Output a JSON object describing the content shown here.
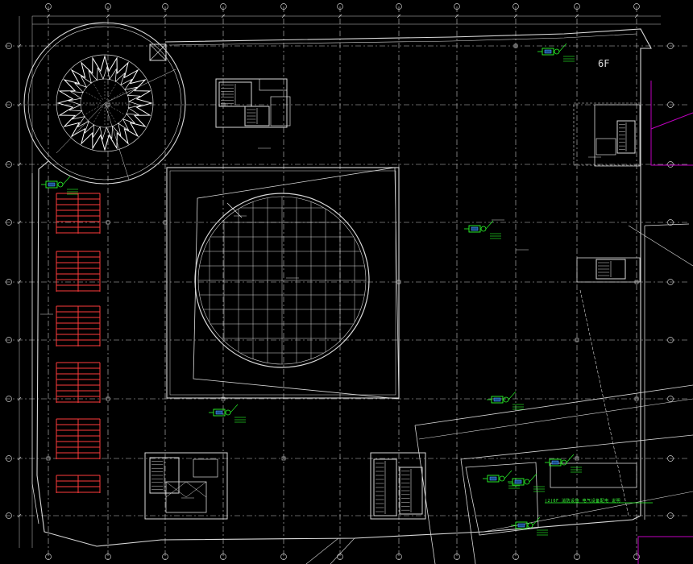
{
  "drawing": {
    "floor_label": "6F",
    "note_text": "(2)6F 消防设施 电气设备配电 说明"
  },
  "colors": {
    "background": "#000000",
    "structure": "#d9d9d9",
    "grid": "#c8c8c8",
    "equipment": "#2bff2b",
    "parking": "#ff3b3b",
    "boundary": "#c000c0"
  },
  "elements": {
    "rotunda": "circular-rotunda-with-star-pattern",
    "atrium": "circular-atrium-grid",
    "parking": "red-parking-bay-column",
    "stairs": "stair-cores",
    "equipment": "green-fire-equipment-symbols"
  }
}
